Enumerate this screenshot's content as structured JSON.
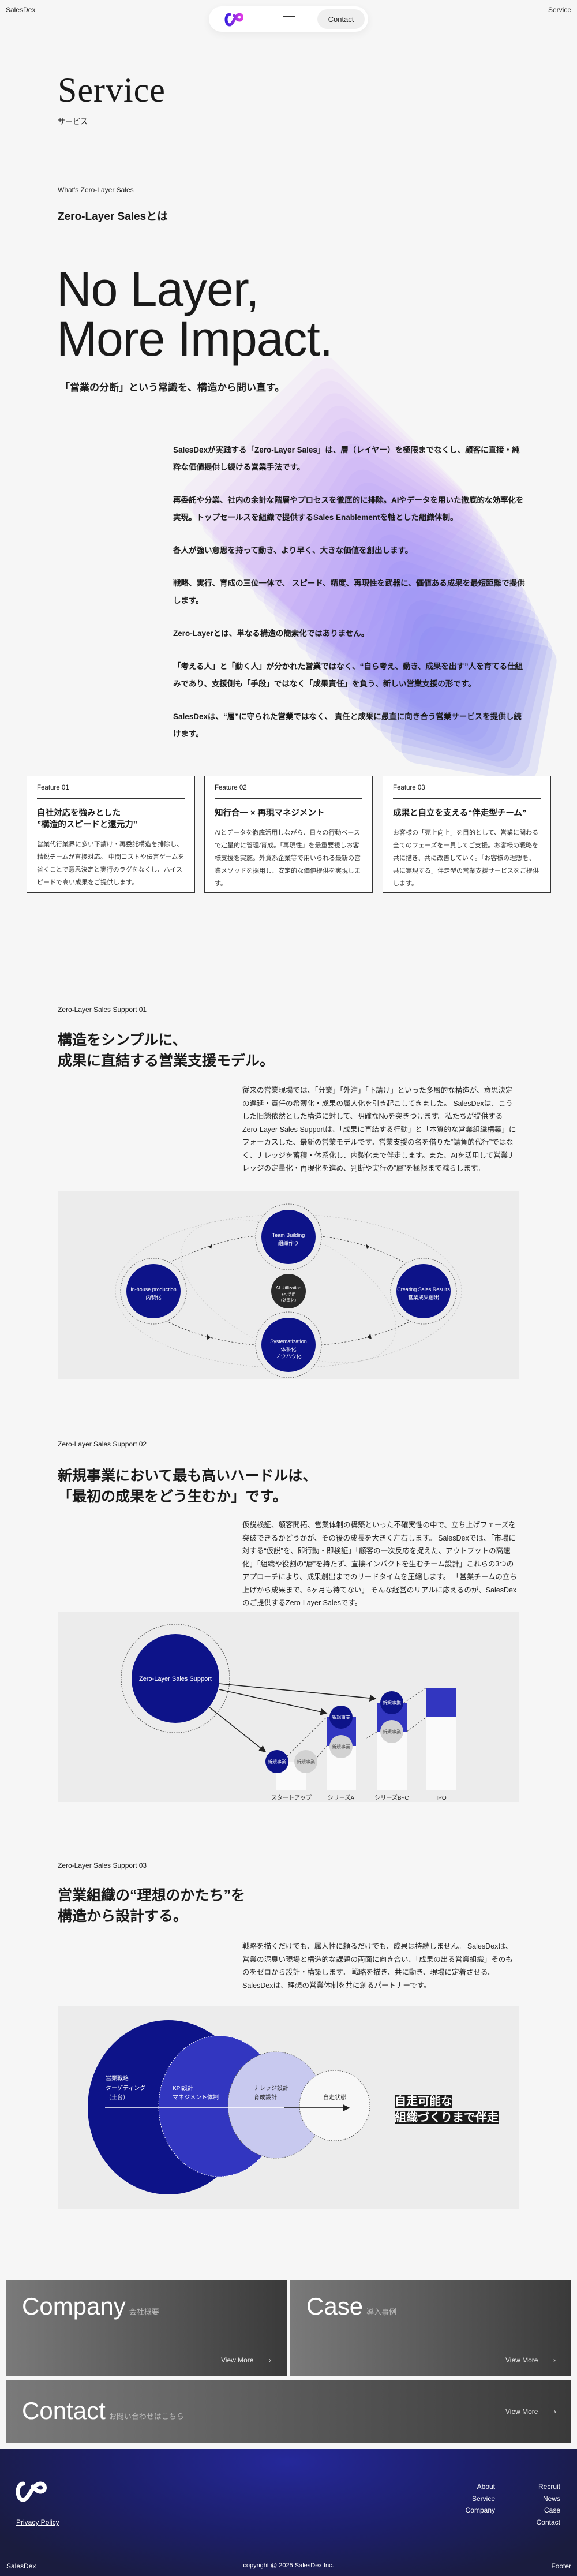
{
  "header": {
    "brand": "SalesDex",
    "page_label": "Service",
    "contact_label": "Contact"
  },
  "hero": {
    "title": "Service",
    "subtitle": "サービス",
    "section_label": "What's Zero-Layer Sales",
    "section_title": "Zero-Layer Salesとは",
    "headline_line1": "No Layer,",
    "headline_line2": "More Impact.",
    "tagline": "「営業の分断」という常識を、構造から問い直す。"
  },
  "intro": [
    "SalesDexが実践する「Zero-Layer Sales」は、層（レイヤー）を極限までなくし、顧客に直接・純粋な価値提供し続ける営業手法です。",
    "再委託や分業、社内の余計な階層やプロセスを徹底的に排除。AIやデータを用いた徹底的な効率化を実現。トップセールスを組織で提供するSales Enablementを軸とした組織体制。",
    "各人が強い意思を持って動き、より早く、大きな価値を創出します。",
    "戦略、実行、育成の三位一体で、 スピード、精度、再現性を武器に、価値ある成果を最短距離で提供します。",
    "Zero-Layerとは、単なる構造の簡素化ではありません。",
    "「考える人」と「動く人」が分かれた営業ではなく、“自ら考え、動き、成果を出す”人を育てる仕組みであり、支援側も「手段」ではなく「成果責任」を負う、新しい営業支援の形です。",
    "SalesDexは、“層”に守られた営業ではなく、 責任と成果に愚直に向き合う営業サービスを提供し続けます。"
  ],
  "features": [
    {
      "label": "Feature 01",
      "title": "自社対応を強みとした\n”構造的スピードと還元力”",
      "body": "営業代行業界に多い下請け・再委託構造を排除し、精鋭チームが直接対応。 中間コストや伝言ゲームを省くことで意思決定と実行のラグをなくし、ハイスピードで高い成果をご提供します。"
    },
    {
      "label": "Feature 02",
      "title": "知行合一 × 再現マネジメント",
      "body": "AIとデータを徹底活用しながら、日々の行動ベースで定量的に管理/育成。「再現性」を最重要視しお客様支援を実施。外資系企業等で用いられる最新の営業メソッドを採用し、安定的な価値提供を実現します。"
    },
    {
      "label": "Feature 03",
      "title": "成果と自立を支える“伴走型チーム”",
      "body": "お客様の「売上向上」を目的として、営業に関わる全てのフェーズを一貫してご支援。お客様の戦略を共に描き、共に改善していく。「お客様の理想を、共に実現する」伴走型の営業支援サービスをご提供します。"
    }
  ],
  "support01": {
    "label": "Zero-Layer Sales Support 01",
    "title": "構造をシンプルに、\n成果に直結する営業支援モデル。",
    "body": "従来の営業現場では、「分業」「外注」「下請け」といった多層的な構造が、意思決定の遅延・責任の希薄化・成果の属人化を引き起こしてきました。 SalesDexは、こうした旧態依然とした構造に対して、明確なNoを突きつけます。私たちが提供するZero-Layer Sales Supportは、「成果に直結する行動」と「本質的な営業組織構築」にフォーカスした、最新の営業モデルです。営業支援の名を借りた“請負的代行”ではなく、ナレッジを蓄積・体系化し、内製化まで伴走します。また、AIを活用して営業ナレッジの定量化・再現化を進め、判断や実行の“層”を極限まで減らします。",
    "diagram": {
      "top": {
        "en": "Team Building",
        "ja": "組織作り"
      },
      "left": {
        "en": "In-house production",
        "ja": "内製化"
      },
      "right": {
        "en": "Creating Sales Results",
        "ja": "営業成果創出"
      },
      "bottom": {
        "en": "Systematization",
        "ja": "体系化",
        "ja2": "ノウハウ化"
      },
      "center": {
        "en": "AI Utilization",
        "ja": "+AI活用",
        "ja2": "（効率化）"
      }
    }
  },
  "support02": {
    "label": "Zero-Layer Sales Support 02",
    "title": "新規事業において最も高いハードルは、\n「最初の成果をどう生むか」です。",
    "body": "仮説検証、顧客開拓、営業体制の構築といった不確実性の中で、立ち上げフェーズを突破できるかどうかが、その後の成長を大きく左右します。 SalesDexでは、「市場に対する“仮説”を、即行動・即検証」「顧客の一次反応を捉えた、アウトプットの高速化」「組織や役割の“層”を持たず、直接インパクトを生むチーム設計」これらの3つのアプローチにより、成果創出までのリードタイムを圧縮します。 「営業チームの立ち上げから成果まで、6ヶ月も待てない」 そんな経営のリアルに応えるのが、SalesDexのご提供するZero-Layer Salesです。",
    "diagram": {
      "center_label": "Zero-Layer Sales Support",
      "node_label": "新規事業",
      "stages": [
        "スタートアップ",
        "シリーズA",
        "シリーズB~C",
        "IPO"
      ]
    }
  },
  "support03": {
    "label": "Zero-Layer Sales Support 03",
    "title": "営業組織の“理想のかたち”を\n構造から設計する。",
    "body": "戦略を描くだけでも、属人性に頼るだけでも、成果は持続しません。 SalesDexは、営業の泥臭い現場と構造的な課題の両面に向き合い、「成果の出る営業組織」そのものをゼロから設計・構築します。 戦略を描き、共に動き、現場に定着させる。SalesDexは、理想の営業体制を共に創るパートナーです。",
    "diagram": {
      "layer1": [
        "営業戦略",
        "ターゲティング",
        "（土台）"
      ],
      "layer2": [
        "KPI設計",
        "マネジメント体制"
      ],
      "layer3": [
        "ナレッジ設計",
        "育成設計"
      ],
      "layer4": "自走状態",
      "callout1": "自走可能な",
      "callout2": "組織づくりまで伴走"
    }
  },
  "cards": {
    "company": {
      "title": "Company",
      "sub": "会社概要",
      "more": "View More"
    },
    "case": {
      "title": "Case",
      "sub": "導入事例",
      "more": "View More"
    },
    "contact": {
      "title": "Contact",
      "sub": "お問い合わせはこちら",
      "more": "View More"
    }
  },
  "footer": {
    "privacy": "Privacy Policy",
    "col1": [
      "About",
      "Service",
      "Company"
    ],
    "col2": [
      "Recruit",
      "News",
      "Case",
      "Contact"
    ],
    "brand": "SalesDex",
    "copyright": "copyright @ 2025 SalesDex Inc.",
    "right_label": "Footer"
  },
  "colors": {
    "navy": "#0d1389",
    "blue": "#3236c0",
    "lavender": "#c8c9ef",
    "accent_purple": "#b07cf0",
    "footer_bg": "#1c1f6b"
  }
}
